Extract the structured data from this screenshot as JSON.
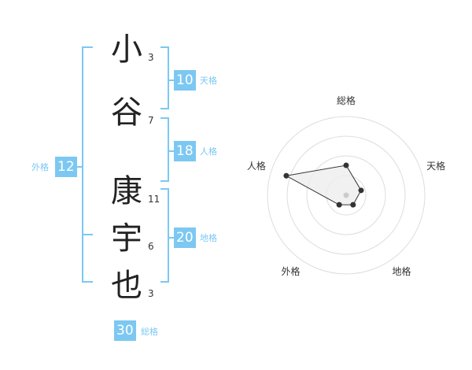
{
  "colors": {
    "accent": "#7cc8f2",
    "bracket": "#7cc8f2",
    "text_dark": "#222222",
    "radar_ring": "#dddddd",
    "radar_fill": "#eeeeee",
    "radar_line": "#333333",
    "center_dot": "#cccccc"
  },
  "name_chars": [
    {
      "char": "小",
      "strokes": "3"
    },
    {
      "char": "谷",
      "strokes": "7"
    },
    {
      "char": "康",
      "strokes": "11"
    },
    {
      "char": "宇",
      "strokes": "6"
    },
    {
      "char": "也",
      "strokes": "3"
    }
  ],
  "scores": {
    "tenkaku": {
      "value": "10",
      "label": "天格"
    },
    "jinkaku": {
      "value": "18",
      "label": "人格"
    },
    "chikaku": {
      "value": "20",
      "label": "地格"
    },
    "gaikaku": {
      "value": "12",
      "label": "外格"
    },
    "soukaku": {
      "value": "30",
      "label": "総格"
    }
  },
  "chart_data": {
    "type": "radar",
    "axes": [
      "総格",
      "天格",
      "地格",
      "外格",
      "人格"
    ],
    "values": [
      0.38,
      0.2,
      0.15,
      0.15,
      0.8
    ],
    "rings": 4,
    "range": [
      0,
      1
    ]
  }
}
